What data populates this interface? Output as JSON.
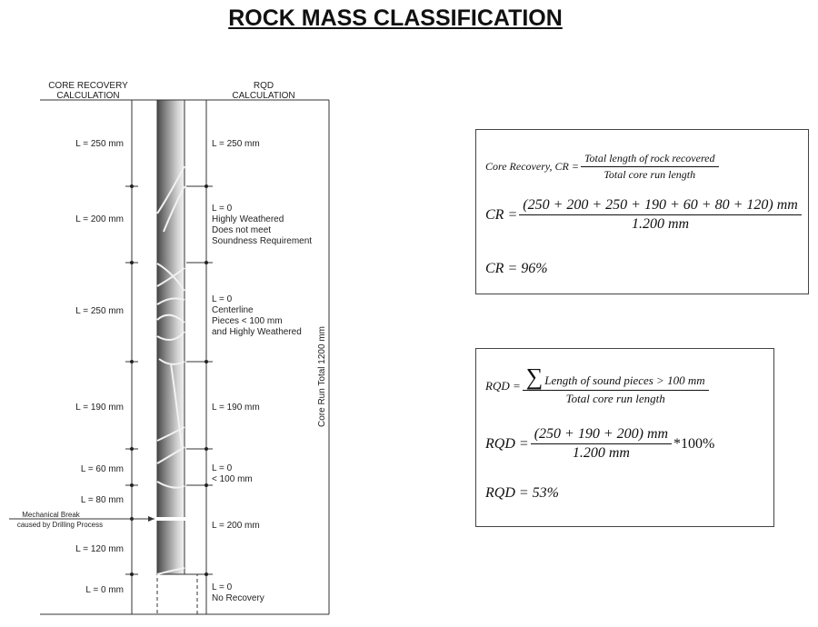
{
  "title": "ROCK MASS CLASSIFICATION",
  "headers": {
    "left": [
      "CORE RECOVERY",
      "CALCULATION"
    ],
    "right": [
      "RQD",
      "CALCULATION"
    ]
  },
  "left_labels": [
    "L = 250 mm",
    "L = 200 mm",
    "L = 250 mm",
    "L = 190 mm",
    "L = 60 mm",
    "L = 80 mm",
    "L = 120 mm",
    "L = 0 mm"
  ],
  "right_labels": {
    "r1": "L = 250 mm",
    "r2": [
      "L = 0",
      "Highly Weathered",
      "Does not meet",
      "Soundness Requirement"
    ],
    "r3": [
      "L = 0",
      "Centerline",
      "Pieces < 100 mm",
      "and Highly Weathered"
    ],
    "r4": "L = 190 mm",
    "r5": [
      "L = 0",
      "< 100 mm"
    ],
    "r6": "L = 200 mm",
    "r7": [
      "L = 0",
      "No Recovery"
    ]
  },
  "mechanical_break": [
    "Mechanical Break",
    "caused by Drilling Process"
  ],
  "core_run_total": "Core Run Total 1200 mm",
  "cr_box": {
    "line1_prefix": "Core Recovery, CR =",
    "line1_num": "Total length of rock recovered",
    "line1_den": "Total core run length",
    "line2_prefix": "CR =",
    "line2_num": "(250 + 200 + 250 + 190 + 60 + 80 + 120) mm",
    "line2_den": "1.200 mm",
    "line3": "CR = 96%"
  },
  "rqd_box": {
    "line1_prefix": "RQD =",
    "line1_sigma": "∑",
    "line1_num": "Length of sound pieces > 100 mm",
    "line1_den": "Total core run length",
    "line2_prefix": "RQD =",
    "line2_num": "(250 + 190 + 200) mm",
    "line2_den": "1.200 mm",
    "line2_suffix": "*100%",
    "line3": "RQD = 53%"
  }
}
